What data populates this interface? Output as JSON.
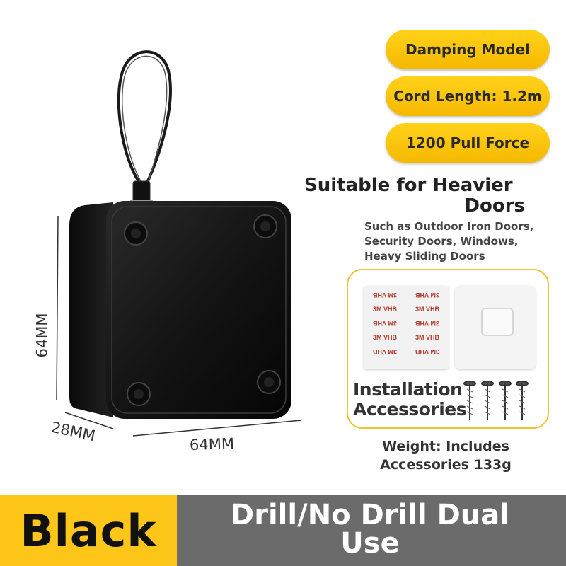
{
  "features": [
    {
      "label": "Damping Model"
    },
    {
      "label": "Cord Length: 1.2m"
    },
    {
      "label": "1200 Pull Force"
    }
  ],
  "suitability": {
    "heading_line1": "Suitable for Heavier",
    "heading_line2": "Doors",
    "details": [
      "Such as Outdoor Iron Doors,",
      "Security Doors, Windows,",
      "Heavy Sliding Doors"
    ]
  },
  "accessories": {
    "label_line1": "Installation",
    "label_line2": "Accessories",
    "tape_brand": "3M VHB"
  },
  "weight": {
    "line1": "Weight: Includes",
    "line2": "Accessories 133g"
  },
  "dimensions": {
    "height": "64MM",
    "depth": "28MM",
    "width": "64MM"
  },
  "color_option": "Black",
  "tagline": {
    "line1": "Drill/No Drill Dual",
    "line2": "Use"
  },
  "colors": {
    "accent_yellow": "#ffc61a",
    "bar_gray": "#6b6b6b",
    "product_black": "#111111"
  }
}
